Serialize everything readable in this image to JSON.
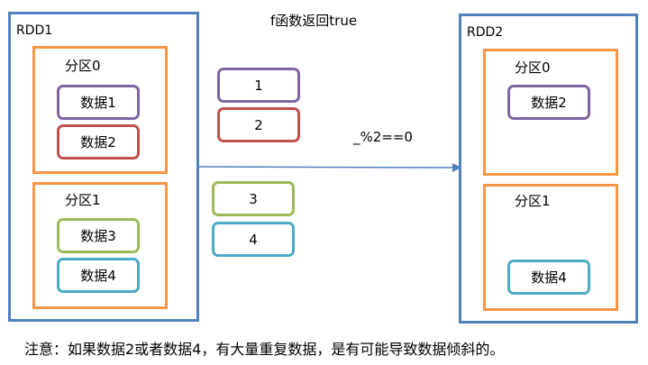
{
  "title": "f函数返回true",
  "condition_label": "_%2==0",
  "note": "注意：如果数据2或者数据4，有大量重复数据，是有可能导致数据倾斜的。",
  "colors": {
    "rdd_border": "#4f81bd",
    "partition_border": "#f79646",
    "data1": "#8064a2",
    "data2": "#c0504d",
    "data3": "#9bbb59",
    "data4": "#4bacc6",
    "arrow": "#4f81bd"
  },
  "rdd1": {
    "label": "RDD1",
    "partitions": [
      {
        "label": "分区0",
        "items": [
          "数据1",
          "数据2"
        ]
      },
      {
        "label": "分区1",
        "items": [
          "数据3",
          "数据4"
        ]
      }
    ]
  },
  "rdd2": {
    "label": "RDD2",
    "partitions": [
      {
        "label": "分区0",
        "items": [
          "数据2"
        ]
      },
      {
        "label": "分区1",
        "items": [
          "数据4"
        ]
      }
    ]
  },
  "elements": [
    "1",
    "2",
    "3",
    "4"
  ]
}
